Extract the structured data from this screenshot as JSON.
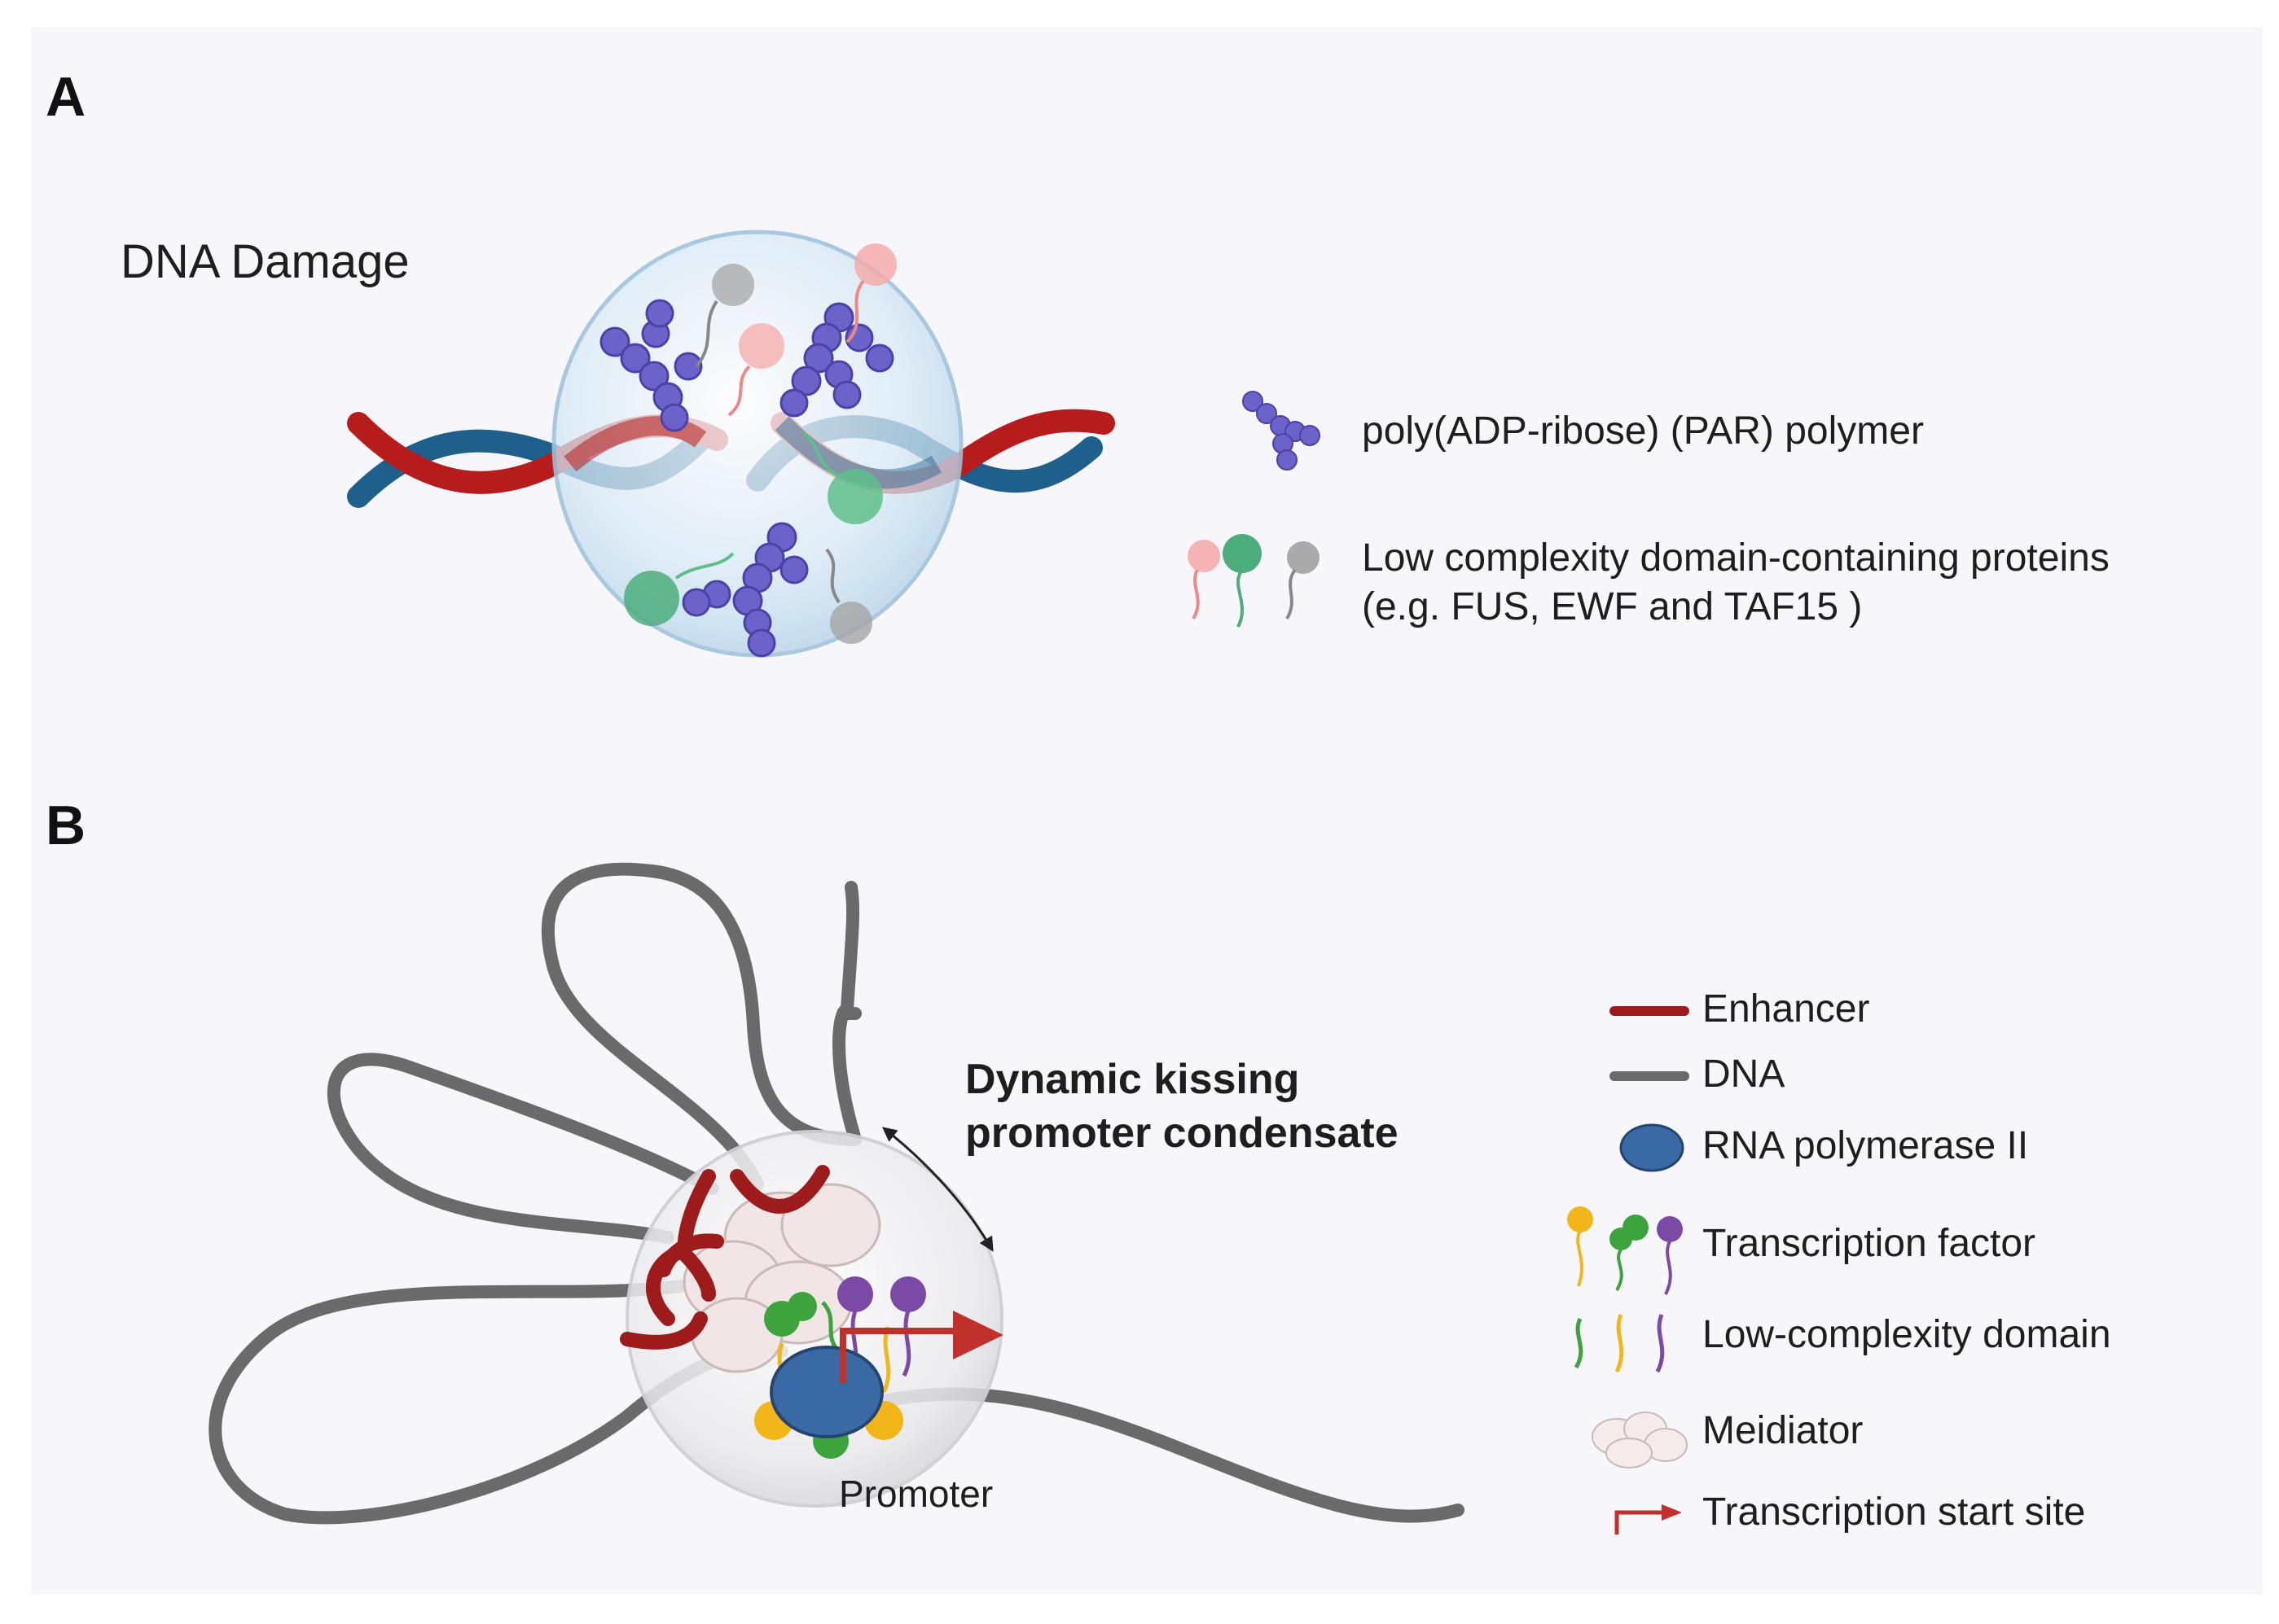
{
  "panel_a": {
    "label": "A",
    "title": "DNA Damage",
    "legend": [
      {
        "icon": "par-polymer-icon",
        "text": "poly(ADP-ribose) (PAR) polymer"
      },
      {
        "icon": "low-complexity-proteins-icon",
        "text": "Low complexity domain-containing proteins",
        "text2": "(e.g.  FUS, EWF and TAF15 )"
      }
    ]
  },
  "panel_b": {
    "label": "B",
    "title_line1": "Dynamic kissing",
    "title_line2": "promoter condensate",
    "promoter_label": "Promoter",
    "legend": [
      {
        "icon": "enhancer-line-icon",
        "text": "Enhancer"
      },
      {
        "icon": "dna-line-icon",
        "text": "DNA"
      },
      {
        "icon": "rna-polymerase-icon",
        "text": "RNA polymerase II"
      },
      {
        "icon": "transcription-factor-icon",
        "text": "Transcription factor"
      },
      {
        "icon": "low-complexity-domain-icon",
        "text": "Low-complexity domain"
      },
      {
        "icon": "mediator-icon",
        "text": "Meidiator"
      },
      {
        "icon": "tss-arrow-icon",
        "text": "Transcription start site"
      }
    ]
  },
  "colors": {
    "background": "#f7f6fb",
    "dna_red": "#b71c1c",
    "dna_blue": "#1f5f8b",
    "par_purple": "#6b63c9",
    "dna_gray": "#6a6a6a",
    "pol2_blue": "#3a6aa5",
    "tf_yellow": "#f2b51a",
    "tf_green": "#3da33d",
    "tf_purple": "#7a4aa6",
    "tss_red": "#c0312b"
  }
}
